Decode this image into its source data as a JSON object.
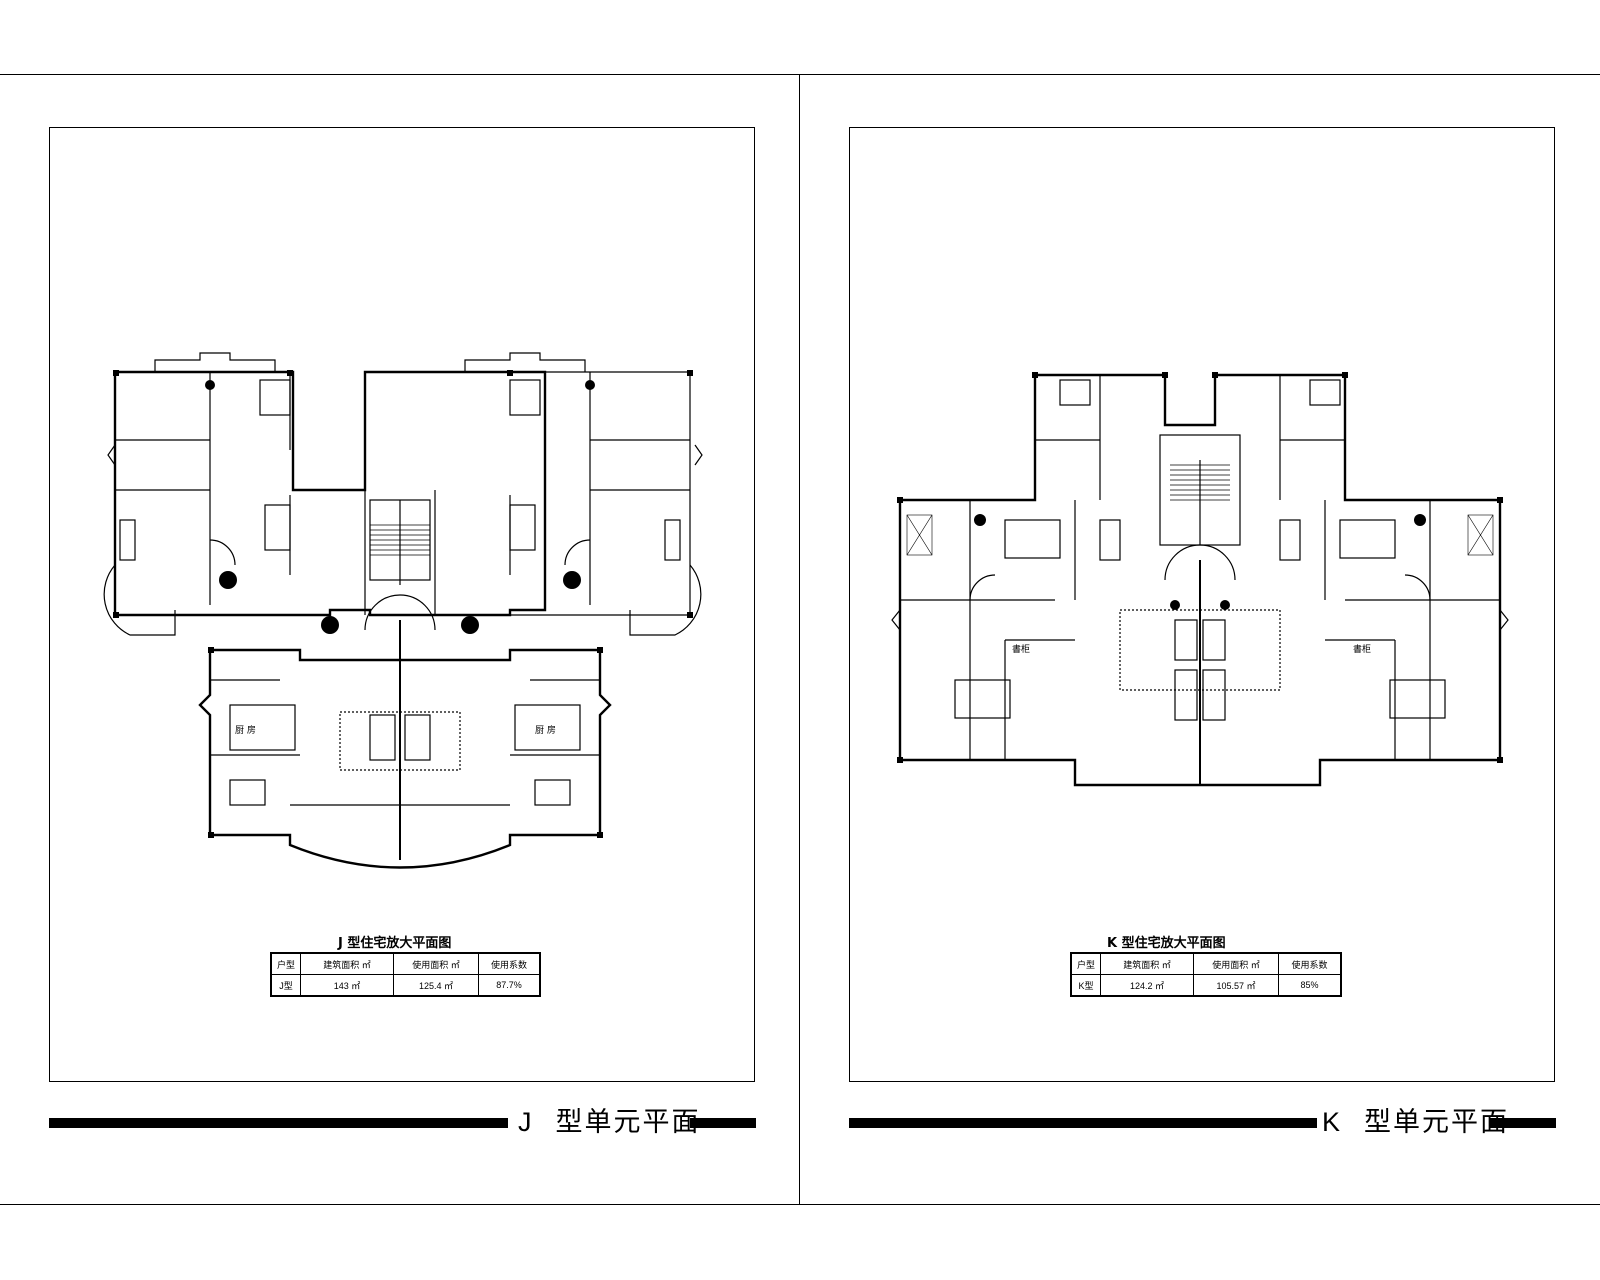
{
  "sheets": [
    {
      "plan_title": "J 型住宅放大平面图",
      "big_title_letter": "J",
      "big_title_text": "型单元平面",
      "table": {
        "headers": [
          "户型",
          "建筑面积",
          "㎡",
          "使用面积",
          "㎡",
          "使用系数"
        ],
        "row": [
          "J型",
          "143 ㎡",
          "125.4 ㎡",
          "87.7%"
        ]
      },
      "room_labels": [
        "厨 房",
        "厨 房"
      ]
    },
    {
      "plan_title": "K 型住宅放大平面图",
      "big_title_letter": "K",
      "big_title_text": "型单元平面",
      "table": {
        "headers": [
          "户型",
          "建筑面积",
          "㎡",
          "使用面积",
          "㎡",
          "使用系数"
        ],
        "row": [
          "K型",
          "124.2 ㎡",
          "105.57 ㎡",
          "85%"
        ]
      },
      "room_labels": [
        "書柜",
        "書柜"
      ]
    }
  ]
}
